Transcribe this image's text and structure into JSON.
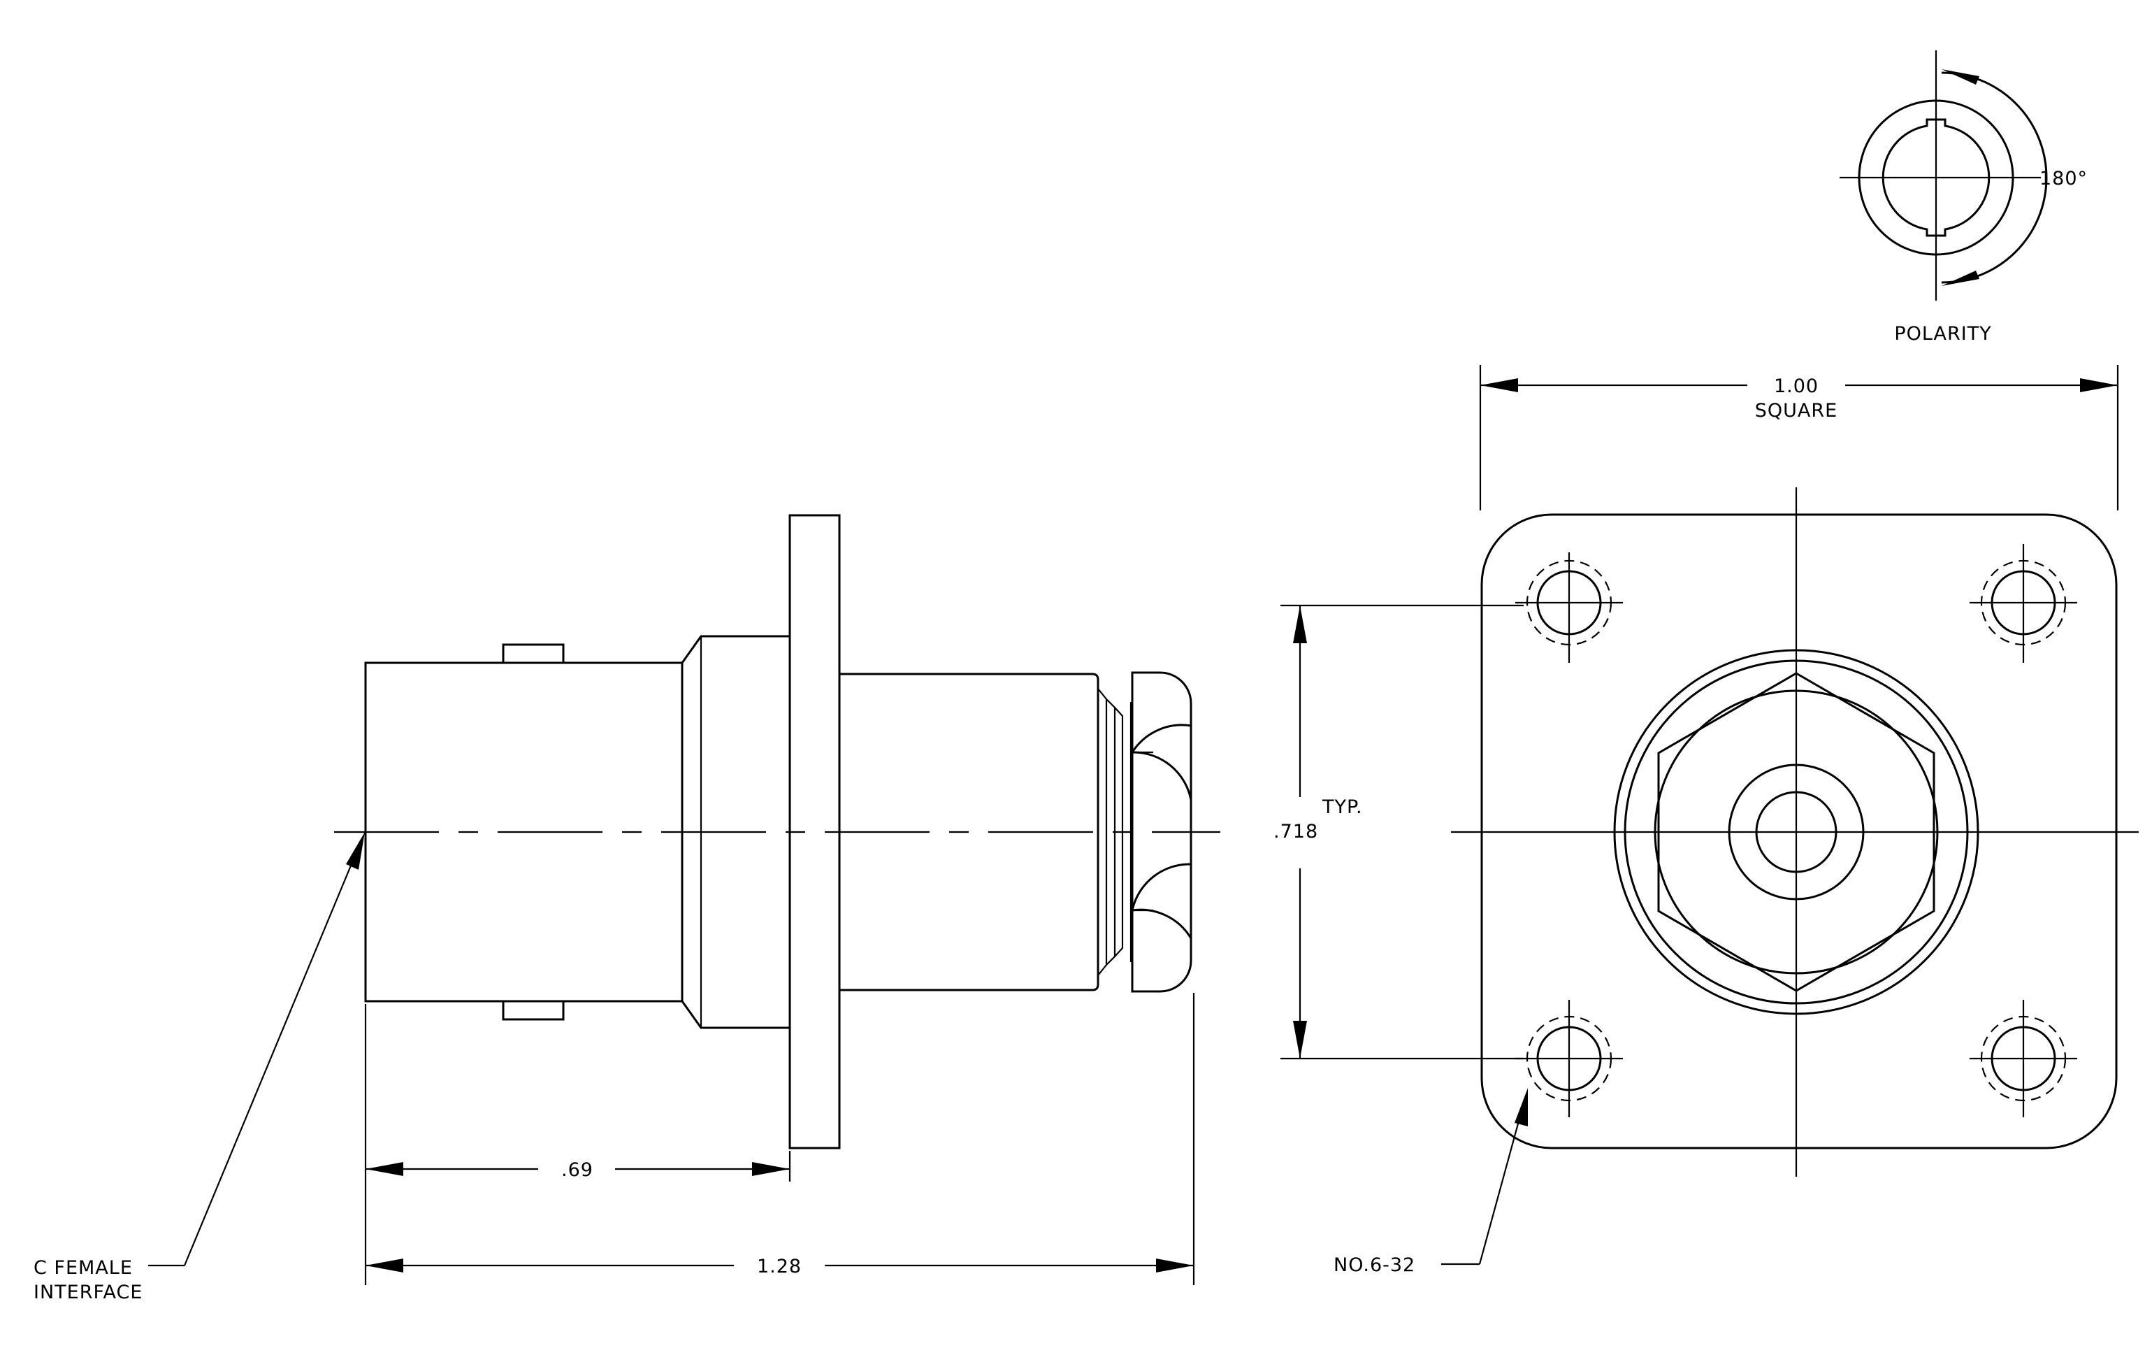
{
  "labels": {
    "polarity_angle": "180°",
    "polarity_title": "POLARITY",
    "width_value": "1.00",
    "width_note": "SQUARE",
    "hole_spacing_note": "TYP.",
    "hole_spacing_value": ".718",
    "flange_depth": ".69",
    "overall_length": "1.28",
    "interface_line1": "C FEMALE",
    "interface_line2": "INTERFACE",
    "thread_callout": "NO.6-32"
  }
}
